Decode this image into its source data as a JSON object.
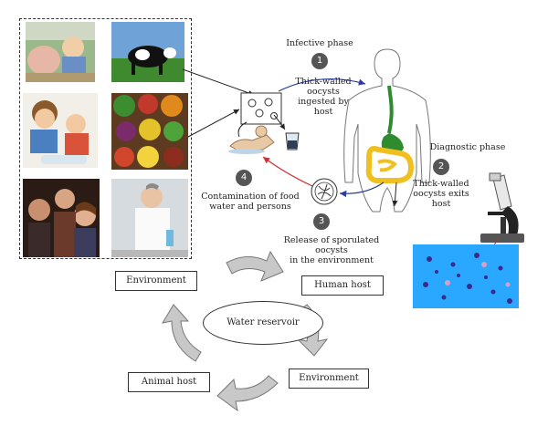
{
  "phases": {
    "infective": "Infective phase",
    "diagnostic": "Diagnostic phase"
  },
  "steps": [
    {
      "number": "1",
      "text_lines": [
        "Thick-walled",
        "oocysts",
        "ingested by",
        "host"
      ]
    },
    {
      "number": "2",
      "text_lines": [
        "Thick-walled",
        "oocysts exits",
        "host"
      ]
    },
    {
      "number": "3",
      "text_lines": [
        "Release of sporulated oocysts",
        "in the environment"
      ]
    },
    {
      "number": "4",
      "text_lines": [
        "Contamination of food",
        "water and persons"
      ]
    }
  ],
  "cycle": {
    "center": "Water reservoir",
    "nodes": [
      "Environment",
      "Human host",
      "Environment",
      "Animal host"
    ]
  },
  "colors": {
    "infective_arrow": "#2b3c9e",
    "contamination_arrow": "#d03030",
    "cycle_arrow_fill": "#c8c8c8",
    "stomach_green": "#2e8b2e",
    "intestine_yellow": "#f0c020",
    "micrograph_bg": "#2aa8ff"
  },
  "photos": [
    {
      "icon": "child-and-pig-photo"
    },
    {
      "icon": "cow-in-field-photo"
    },
    {
      "icon": "children-washing-hands-photo"
    },
    {
      "icon": "fruits-vegetables-photo"
    },
    {
      "icon": "group-of-people-photo"
    },
    {
      "icon": "laboratory-worker-photo"
    }
  ]
}
